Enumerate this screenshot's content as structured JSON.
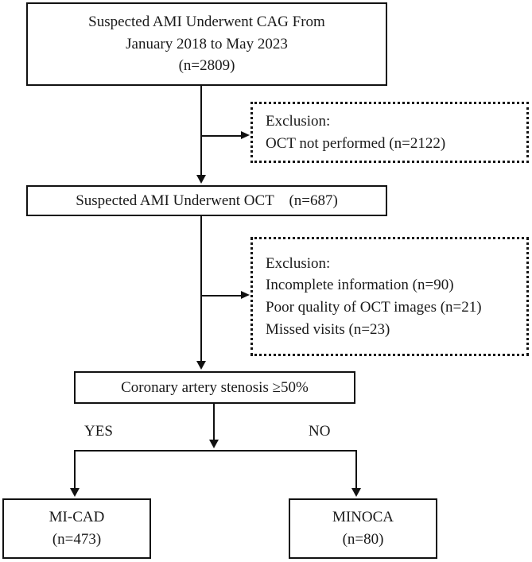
{
  "figure": {
    "type": "flowchart",
    "orientation": "top-to-bottom",
    "colors": {
      "line": "#111111",
      "text": "#1a1a1a",
      "background": "#ffffff"
    }
  },
  "nodes": {
    "cag": {
      "id": "cag",
      "shape": "rectangle",
      "border": "solid",
      "lines": [
        "Suspected AMI Underwent CAG From",
        "January 2018 to May 2023",
        "(n=2809)"
      ],
      "n": 2809
    },
    "exclusion1": {
      "id": "exclusion1",
      "shape": "rectangle",
      "border": "dotted",
      "lines": [
        "Exclusion:",
        "OCT not performed (n=2122)"
      ],
      "n": 2122
    },
    "oct": {
      "id": "oct",
      "shape": "rectangle",
      "border": "solid",
      "lines": [
        "Suspected AMI Underwent OCT    (n=687)"
      ],
      "n": 687
    },
    "exclusion2": {
      "id": "exclusion2",
      "shape": "rectangle",
      "border": "dotted",
      "lines": [
        "Exclusion:",
        "Incomplete information (n=90)",
        "Poor quality of OCT images (n=21)",
        "Missed visits (n=23)"
      ],
      "counts": [
        90,
        21,
        23
      ]
    },
    "stenosis": {
      "id": "stenosis",
      "shape": "rectangle",
      "border": "solid",
      "lines": [
        "Coronary artery stenosis ≥50%"
      ]
    },
    "micad": {
      "id": "micad",
      "shape": "rectangle",
      "border": "solid",
      "lines": [
        "MI-CAD",
        "(n=473)"
      ],
      "n": 473
    },
    "minoca": {
      "id": "minoca",
      "shape": "rectangle",
      "border": "solid",
      "lines": [
        "MINOCA",
        "(n=80)"
      ],
      "n": 80
    }
  },
  "edge_labels": {
    "yes": "YES",
    "no": "NO"
  }
}
